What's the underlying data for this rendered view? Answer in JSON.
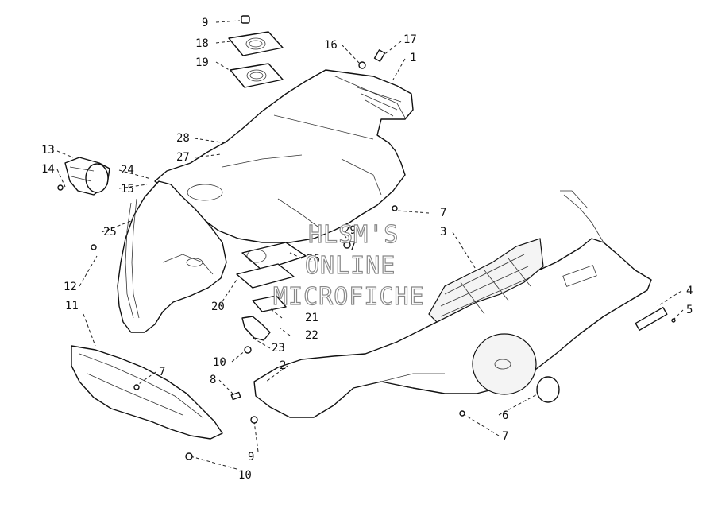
{
  "diagram": {
    "callouts": [
      {
        "id": "c-9-top",
        "label": "9"
      },
      {
        "id": "c-18",
        "label": "18"
      },
      {
        "id": "c-19",
        "label": "19"
      },
      {
        "id": "c-16",
        "label": "16"
      },
      {
        "id": "c-17",
        "label": "17"
      },
      {
        "id": "c-1",
        "label": "1"
      },
      {
        "id": "c-28",
        "label": "28"
      },
      {
        "id": "c-27",
        "label": "27"
      },
      {
        "id": "c-13",
        "label": "13"
      },
      {
        "id": "c-14",
        "label": "14"
      },
      {
        "id": "c-24",
        "label": "24"
      },
      {
        "id": "c-15",
        "label": "15"
      },
      {
        "id": "c-7-right",
        "label": "7"
      },
      {
        "id": "c-3",
        "label": "3"
      },
      {
        "id": "c-25",
        "label": "25"
      },
      {
        "id": "c-29",
        "label": "29"
      },
      {
        "id": "c-7-mid",
        "label": "7"
      },
      {
        "id": "c-26",
        "label": "26"
      },
      {
        "id": "c-12",
        "label": "12"
      },
      {
        "id": "c-20",
        "label": "20"
      },
      {
        "id": "c-21",
        "label": "21"
      },
      {
        "id": "c-22",
        "label": "22"
      },
      {
        "id": "c-4",
        "label": "4"
      },
      {
        "id": "c-5",
        "label": "5"
      },
      {
        "id": "c-11",
        "label": "11"
      },
      {
        "id": "c-23",
        "label": "23"
      },
      {
        "id": "c-10-mid",
        "label": "10"
      },
      {
        "id": "c-7-left",
        "label": "7"
      },
      {
        "id": "c-2",
        "label": "2"
      },
      {
        "id": "c-8",
        "label": "8"
      },
      {
        "id": "c-6",
        "label": "6"
      },
      {
        "id": "c-7-bottom",
        "label": "7"
      },
      {
        "id": "c-9-bottom",
        "label": "9"
      },
      {
        "id": "c-10-bottom",
        "label": "10"
      }
    ]
  },
  "watermark": {
    "line1": "HLSM'S",
    "line2": "ONLINE",
    "line3": "MICROFICHE"
  }
}
